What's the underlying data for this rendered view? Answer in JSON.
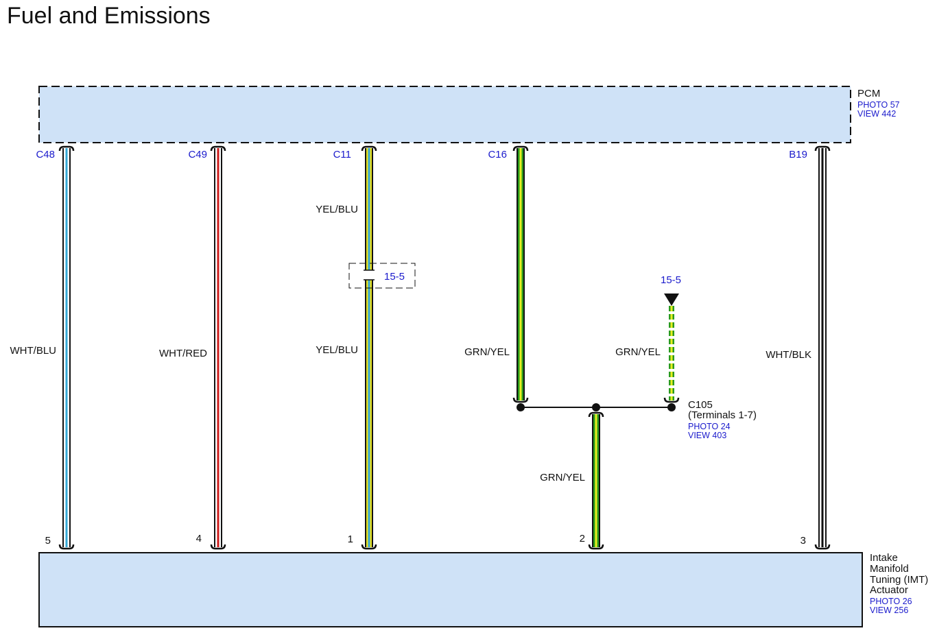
{
  "title": "Fuel and Emissions",
  "pcm": {
    "name": "PCM",
    "photo": "PHOTO 57",
    "view": "VIEW 442"
  },
  "imt": {
    "name_lines": [
      "Intake",
      "Manifold",
      "Tuning (IMT)",
      "Actuator"
    ],
    "photo": "PHOTO 26",
    "view": "VIEW 256"
  },
  "wires": [
    {
      "pcm_pin": "C48",
      "color_label": "WHT/BLU",
      "actuator_pin": "5",
      "base": "#ffffff",
      "stripe": "#33a8d6"
    },
    {
      "pcm_pin": "C49",
      "color_label": "WHT/RED",
      "actuator_pin": "4",
      "base": "#ffffff",
      "stripe": "#cc1a1a"
    },
    {
      "pcm_pin": "C11",
      "color_label": "YEL/BLU",
      "color_label_2": "YEL/BLU",
      "actuator_pin": "1",
      "base": "#e8e020",
      "stripe": "#33a8d6",
      "splice_ref": "15-5"
    },
    {
      "pcm_pin": "C16",
      "color_label": "GRN/YEL",
      "base": "#2a9a1e",
      "stripe": "#e8f020"
    },
    {
      "pcm_pin": "B19",
      "color_label": "WHT/BLK",
      "actuator_pin": "3",
      "base": "#ffffff",
      "stripe": "#111111"
    }
  ],
  "branch": {
    "ref": "15-5",
    "color_label": "GRN/YEL"
  },
  "joint": {
    "color_label": "GRN/YEL",
    "actuator_pin": "2"
  },
  "c105": {
    "name": "C105",
    "terminals": "(Terminals 1-7)",
    "photo": "PHOTO 24",
    "view": "VIEW 403"
  },
  "colors": {
    "box_fill": "#cfe2f7",
    "ref_blue": "#1a1acc"
  }
}
